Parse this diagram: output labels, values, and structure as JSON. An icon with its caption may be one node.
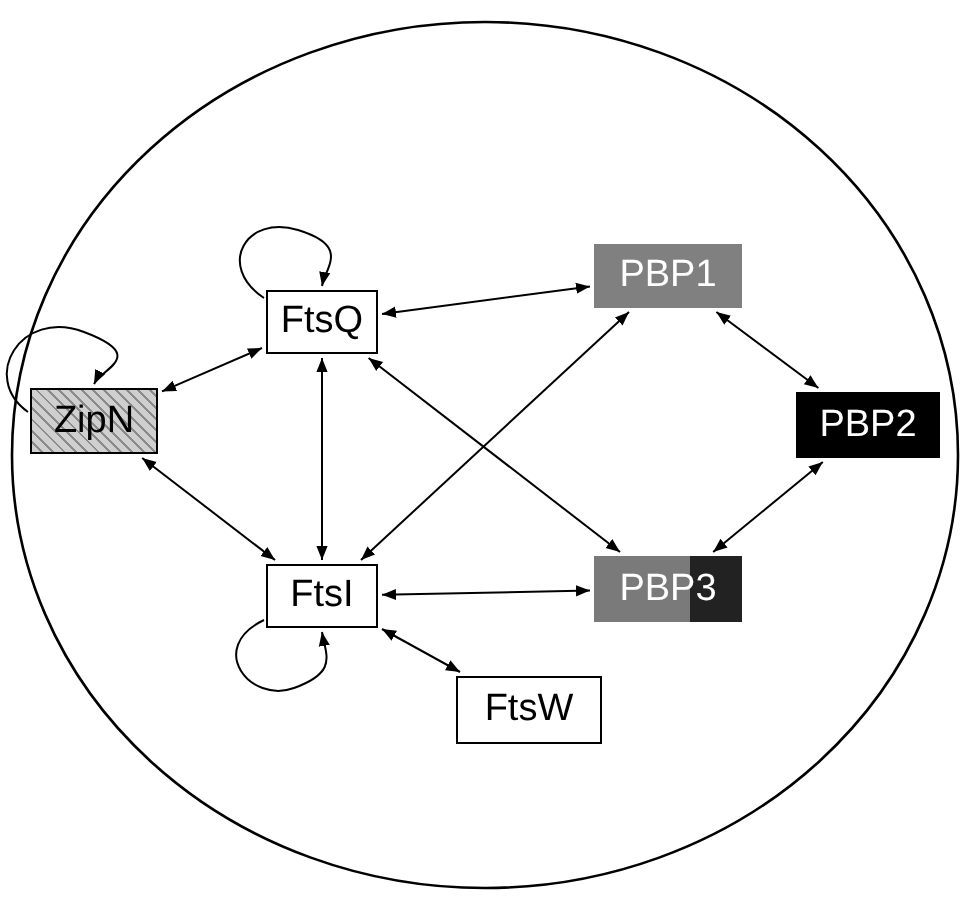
{
  "diagram": {
    "nodes": [
      {
        "text": [],
        "shape": "circle"
      },
      {
        "text": [
          "FtsQ"
        ],
        "in": 0
      },
      {
        "text": [
          "PBP1"
        ],
        "in": 0
      },
      {
        "text": [
          "ZipN"
        ],
        "in": 0
      },
      {
        "text": [
          "PBP2"
        ],
        "in": 0
      },
      {
        "text": [
          "FtsI"
        ],
        "in": 0
      },
      {
        "text": [
          "PBP3"
        ],
        "in": 0
      },
      {
        "text": [
          "FtsW"
        ],
        "in": 0
      }
    ],
    "edges": [
      {
        "from": 1,
        "to": 1,
        "arrow": "to"
      },
      {
        "from": 3,
        "to": 3,
        "arrow": "to"
      },
      {
        "from": 5,
        "to": 5,
        "arrow": "to"
      },
      {
        "from": 1,
        "to": 2,
        "arrow": "both"
      },
      {
        "from": 3,
        "to": 1,
        "arrow": "both"
      },
      {
        "from": 1,
        "to": 5,
        "arrow": "both"
      },
      {
        "from": 1,
        "to": 6,
        "arrow": "both"
      },
      {
        "from": 3,
        "to": 5,
        "arrow": "both"
      },
      {
        "from": 5,
        "to": 2,
        "arrow": "both"
      },
      {
        "from": 5,
        "to": 6,
        "arrow": "both"
      },
      {
        "from": 5,
        "to": 7,
        "arrow": "both"
      },
      {
        "from": 2,
        "to": 4,
        "arrow": "both"
      },
      {
        "from": 4,
        "to": 6,
        "arrow": "both"
      }
    ]
  }
}
